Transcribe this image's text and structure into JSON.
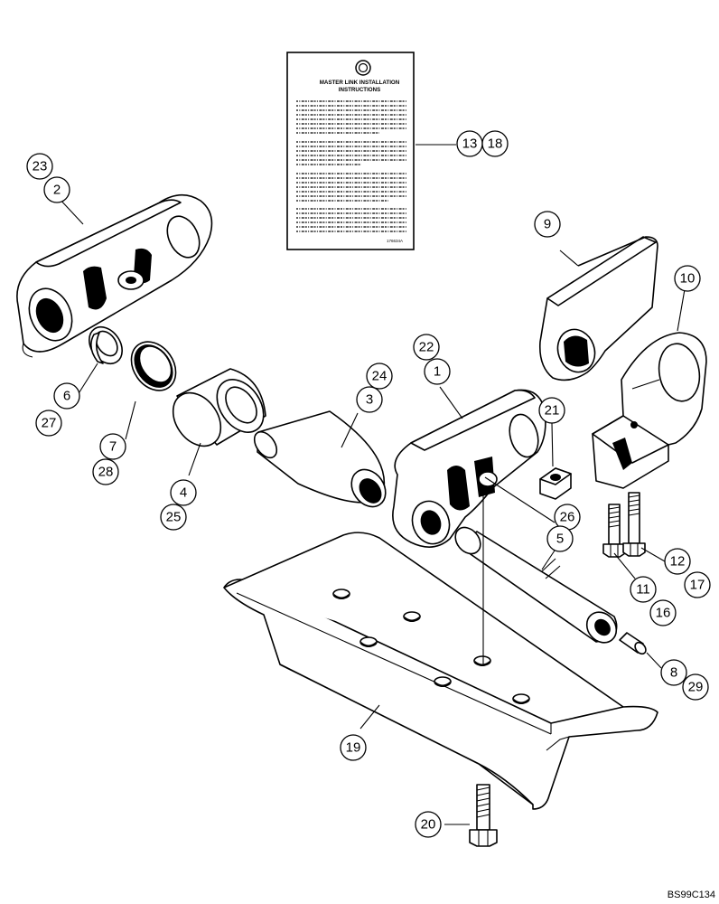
{
  "figure_code": "BS99C134",
  "instruction_sheet": {
    "title_line1": "MASTER LINK INSTALLATION",
    "title_line2": "INSTRUCTIONS",
    "part_number_mark": "176634A"
  },
  "callouts": {
    "c1": "1",
    "c2": "2",
    "c3": "3",
    "c4": "4",
    "c5": "5",
    "c6": "6",
    "c7": "7",
    "c8": "8",
    "c9": "9",
    "c10": "10",
    "c11": "11",
    "c12": "12",
    "c13": "13",
    "c16": "16",
    "c17": "17",
    "c18": "18",
    "c19": "19",
    "c20": "20",
    "c21": "21",
    "c22": "22",
    "c23": "23",
    "c24": "24",
    "c25": "25",
    "c26": "26",
    "c27": "27",
    "c28": "28",
    "c29": "29"
  }
}
